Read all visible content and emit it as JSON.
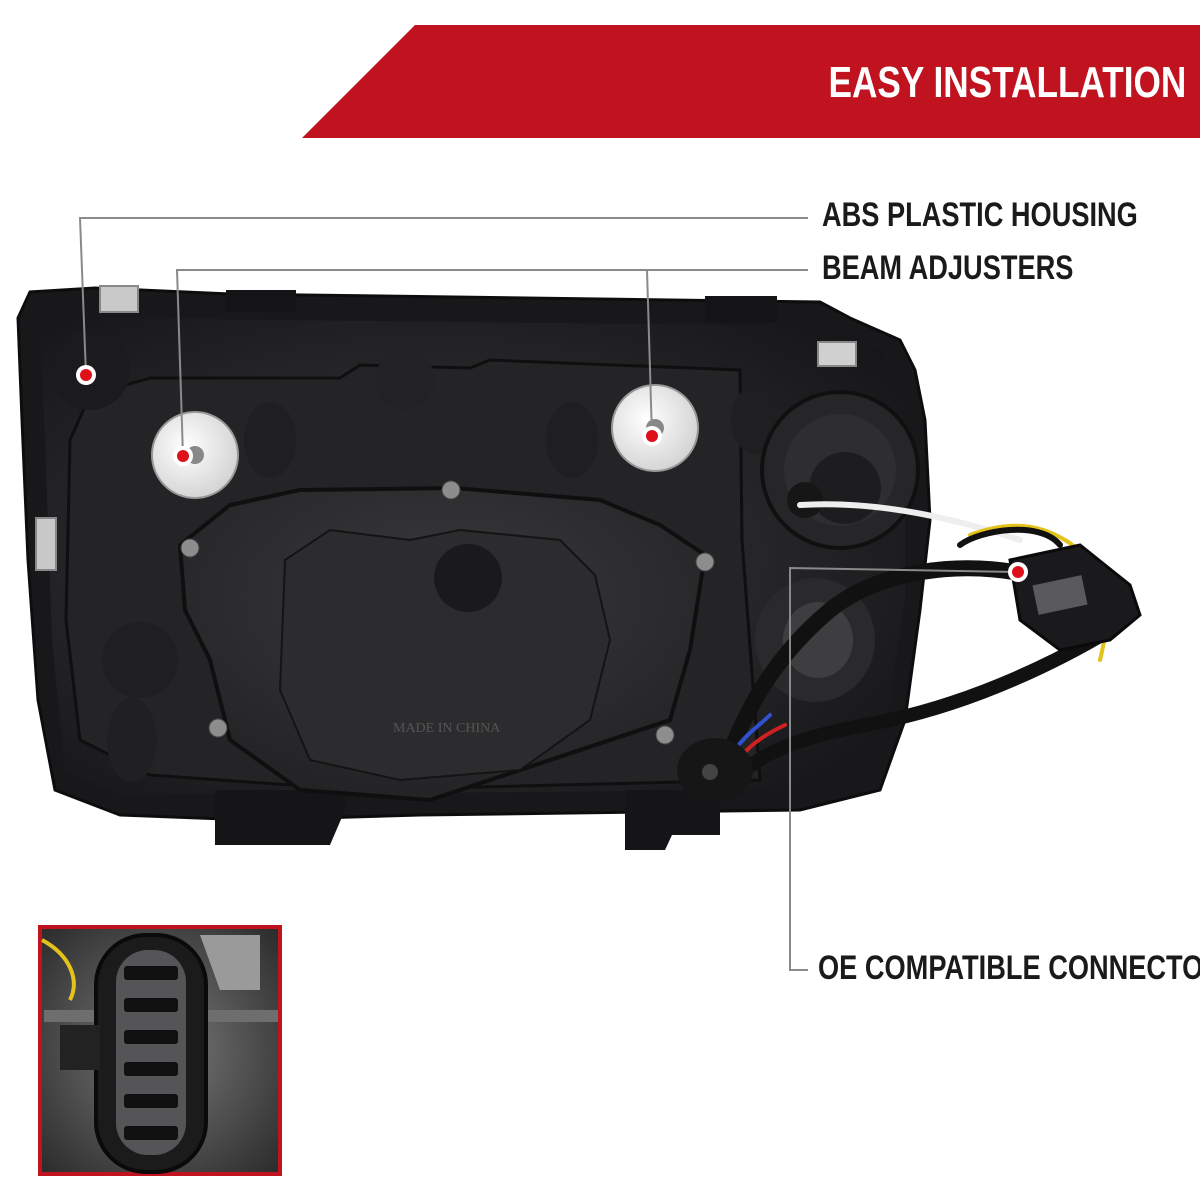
{
  "banner": {
    "title": "EASY INSTALLATION",
    "color": "#c1121f"
  },
  "callouts": {
    "housing": "ABS PLASTIC HOUSING",
    "adjusters": "BEAM ADJUSTERS",
    "connector": "OE COMPATIBLE CONNECTOR"
  },
  "product": {
    "stamp": "MADE IN CHINA"
  },
  "colors": {
    "accent": "#c1121f",
    "marker": "#e0101a",
    "leader": "#8a8a8a",
    "housing": "#1c1c1e"
  }
}
